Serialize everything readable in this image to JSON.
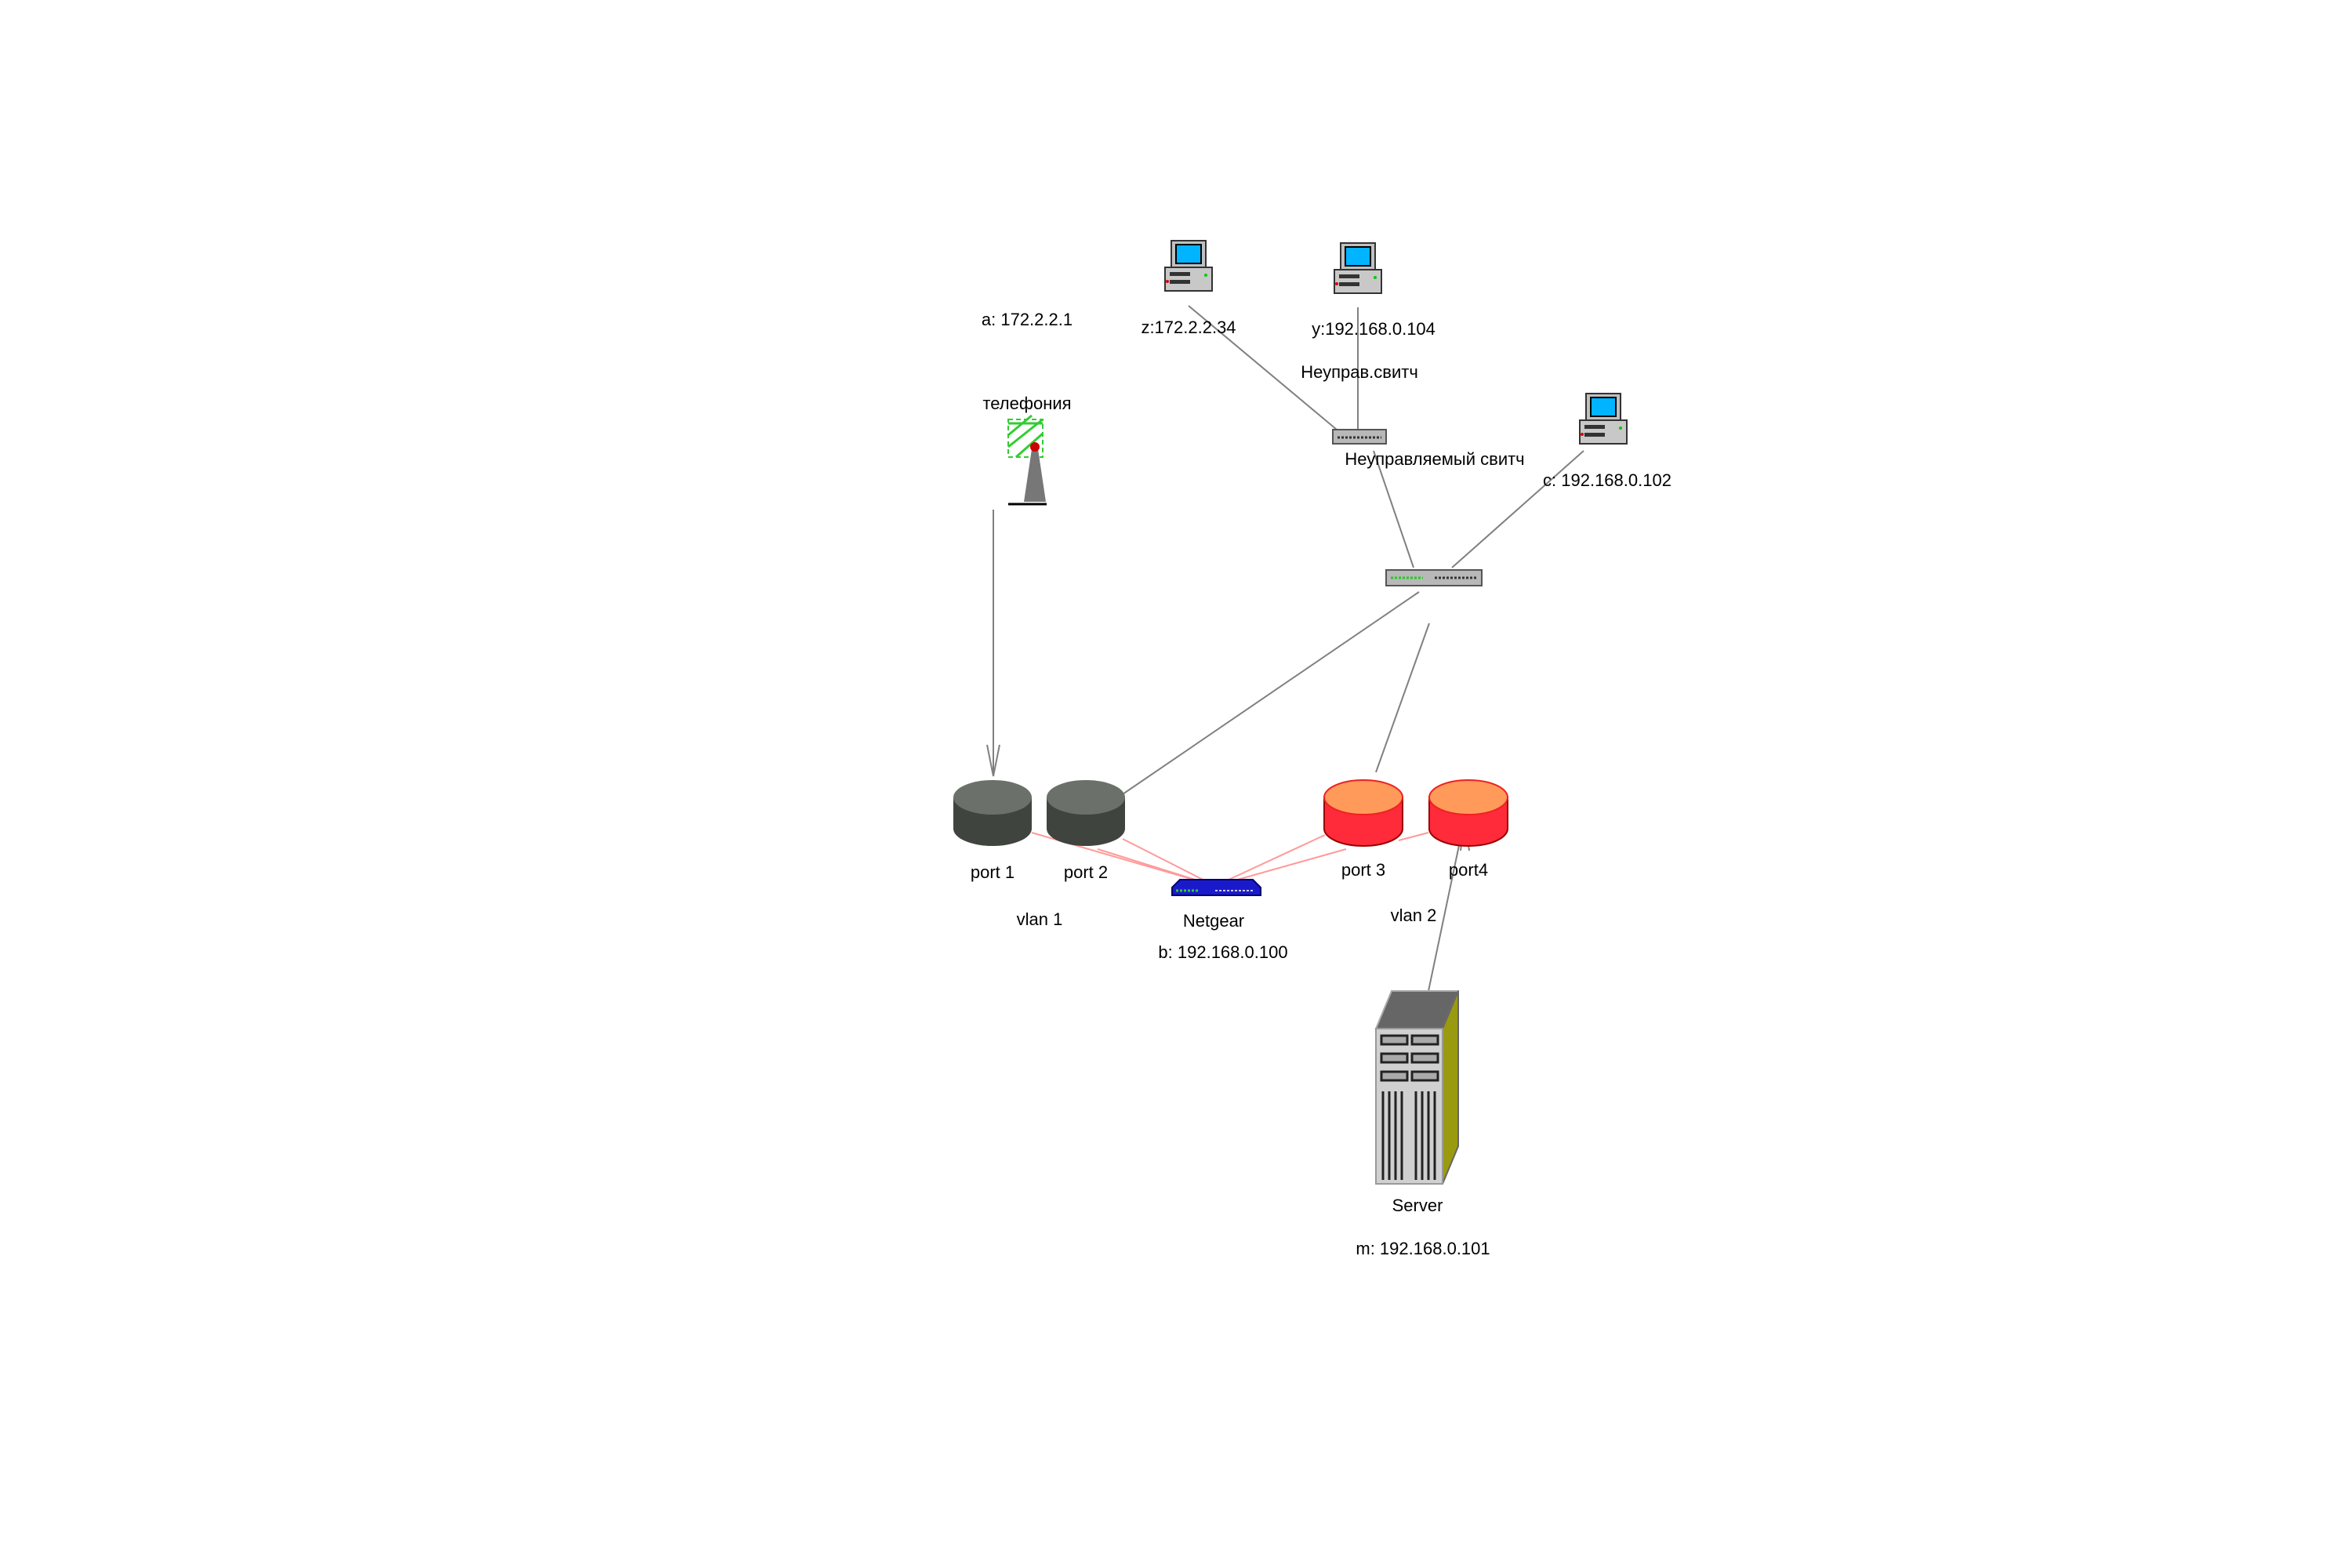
{
  "nodes": {
    "pc_z": {
      "label": "z:172.2.2.34",
      "icon": "desktop-computer-icon"
    },
    "pc_y": {
      "label": "y:192.168.0.104",
      "icon": "desktop-computer-icon"
    },
    "pc_c": {
      "label": "c: 192.168.0.102",
      "icon": "desktop-computer-icon"
    },
    "telephony": {
      "address": "a: 172.2.2.1",
      "label": "телефония",
      "icon": "satellite-dish-icon"
    },
    "small_switch": {
      "label": "Неуправ.свитч",
      "icon": "switch-icon"
    },
    "big_switch": {
      "label": "Неуправляемый свитч",
      "icon": "switch-icon"
    },
    "port1": {
      "label": "port 1",
      "color": "#606660"
    },
    "port2": {
      "label": "port 2",
      "color": "#606660"
    },
    "port3": {
      "label": "port 3",
      "color": "#ff2a3a"
    },
    "port4": {
      "label": "port4",
      "color": "#ff2a3a"
    },
    "netgear": {
      "label": "Netgear",
      "address": "b: 192.168.0.100",
      "icon": "router-icon"
    },
    "server": {
      "label": "Server",
      "address": "m: 192.168.0.101",
      "icon": "server-icon"
    }
  },
  "groups": {
    "vlan1": "vlan 1",
    "vlan2": "vlan 2"
  },
  "colors": {
    "link": "#808080",
    "vlan_link": "#ff9a9a",
    "port_top_red": "#ff9a5a",
    "port_top_gray": "#8a8f8a"
  }
}
